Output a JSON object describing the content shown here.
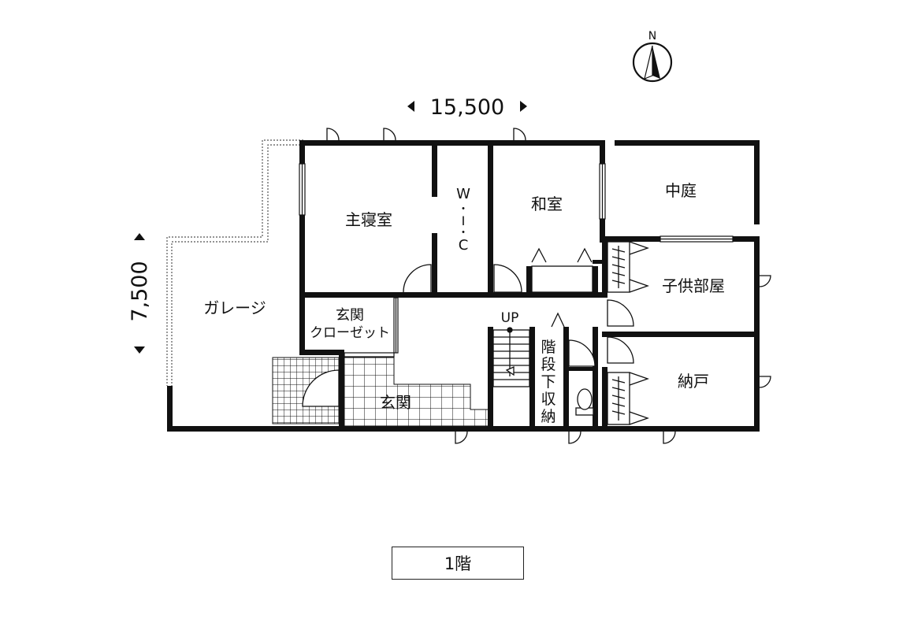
{
  "compass": {
    "north_label": "N"
  },
  "dimensions": {
    "width": "15,500",
    "depth": "7,500"
  },
  "rooms": {
    "garage": "ガレージ",
    "master_bedroom": "主寝室",
    "wic": [
      "W",
      "・",
      "I",
      "・",
      "C"
    ],
    "washitsu": "和室",
    "courtyard": "中庭",
    "kids_room": "子供部屋",
    "nando": "納戸",
    "entrance_closet": [
      "玄関",
      "クローゼット"
    ],
    "entrance": "玄関",
    "under_stair_storage": [
      "階",
      "段",
      "下",
      "収",
      "納"
    ],
    "up": "UP"
  },
  "floor_label": "1階"
}
